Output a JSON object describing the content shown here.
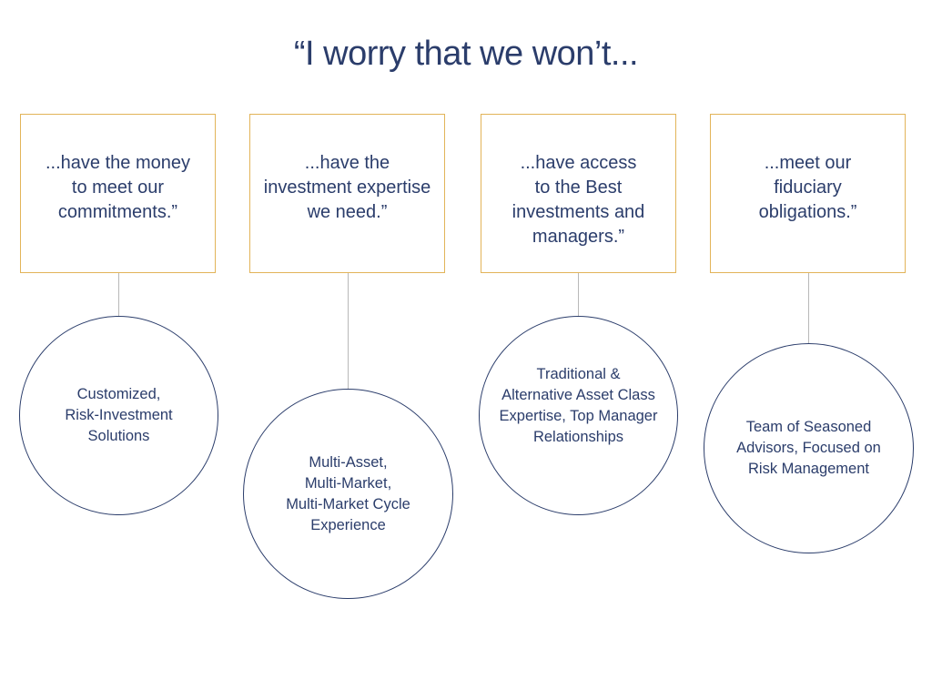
{
  "title": "“I worry that we won’t...",
  "columns": [
    {
      "concern": "...have the money\nto meet our\ncommitments.”",
      "solution": "Customized,\nRisk-Investment\nSolutions"
    },
    {
      "concern": "...have the\ninvestment expertise\nwe need.”",
      "solution": "Multi-Asset,\nMulti-Market,\nMulti-Market Cycle\nExperience"
    },
    {
      "concern": "...have access\nto the Best\ninvestments and\nmanagers.”",
      "solution": "Traditional &\nAlternative Asset Class\nExpertise, Top Manager\nRelationships"
    },
    {
      "concern": "...meet our\nfiduciary\nobligations.”",
      "solution": "Team of Seasoned\nAdvisors, Focused on\nRisk Management"
    }
  ],
  "colors": {
    "text": "#2b3d6b",
    "box_border": "#e2b459",
    "circle_border": "#2b3d6b",
    "connector": "#b8b8b8"
  }
}
